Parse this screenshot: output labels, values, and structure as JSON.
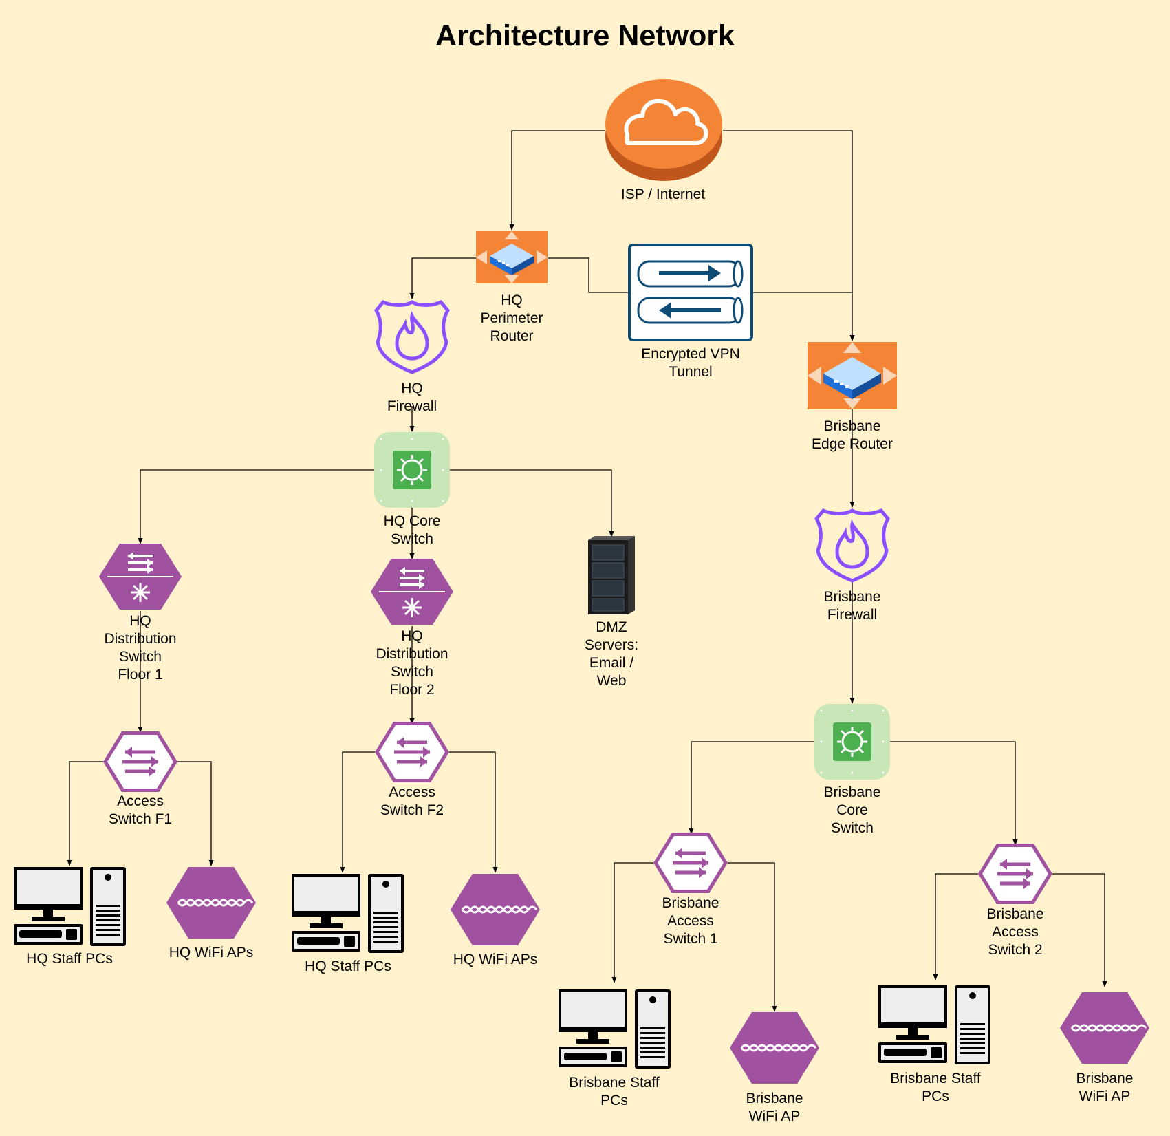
{
  "title": "Architecture Network",
  "nodes": {
    "isp": {
      "label": "ISP / Internet"
    },
    "hq_router": {
      "label": "HQ\nPerimeter\nRouter"
    },
    "vpn": {
      "label": "Encrypted VPN\nTunnel"
    },
    "hq_firewall": {
      "label": "HQ\nFirewall"
    },
    "bne_router": {
      "label": "Brisbane\nEdge Router"
    },
    "hq_core": {
      "label": "HQ Core\nSwitch"
    },
    "bne_firewall": {
      "label": "Brisbane\nFirewall"
    },
    "hq_dist1": {
      "label": "HQ\nDistribution\nSwitch\nFloor 1"
    },
    "hq_dist2": {
      "label": "HQ\nDistribution\nSwitch\nFloor 2"
    },
    "dmz": {
      "label": "DMZ\nServers:\nEmail /\nWeb"
    },
    "bne_core": {
      "label": "Brisbane\nCore\nSwitch"
    },
    "acc_f1": {
      "label": "Access\nSwitch F1"
    },
    "acc_f2": {
      "label": "Access\nSwitch F2"
    },
    "bne_acc1": {
      "label": "Brisbane\nAccess\nSwitch 1"
    },
    "bne_acc2": {
      "label": "Brisbane\nAccess\nSwitch 2"
    },
    "hq_pcs1": {
      "label": "HQ Staff PCs"
    },
    "hq_wifi1": {
      "label": "HQ WiFi APs"
    },
    "hq_pcs2": {
      "label": "HQ Staff PCs"
    },
    "hq_wifi2": {
      "label": "HQ WiFi APs"
    },
    "bne_pcs1": {
      "label": "Brisbane Staff\nPCs"
    },
    "bne_wifi1": {
      "label": "Brisbane\nWiFi AP"
    },
    "bne_pcs2": {
      "label": "Brisbane Staff\nPCs"
    },
    "bne_wifi2": {
      "label": "Brisbane\nWiFi AP"
    }
  },
  "colors": {
    "background": "#fff2cc",
    "cloud": "#f58536",
    "router": "#f58536",
    "firewall": "#8c4fff",
    "core_switch": "#c8e6b7",
    "switch": "#a052a0",
    "vpn": "#0f4c75"
  }
}
